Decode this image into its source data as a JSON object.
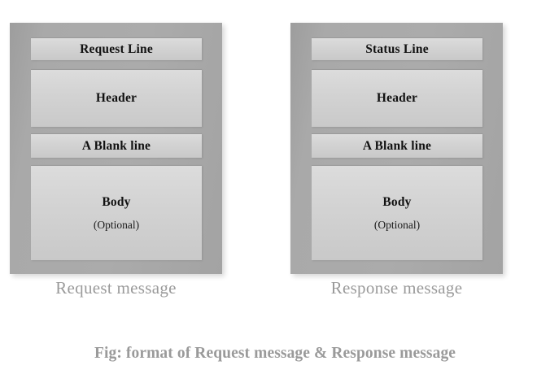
{
  "figure": {
    "caption": "Fig: format of Request message & Response message",
    "background_color": "#ffffff",
    "frame_color": "#a9a9a9",
    "section_color": "#d3d3d3",
    "caption_color": "#9a9a9a",
    "text_color": "#111111"
  },
  "diagrams": [
    {
      "id": "request",
      "caption": "Request message",
      "sections": [
        {
          "name": "start-line",
          "title": "Request Line",
          "sub": ""
        },
        {
          "name": "header",
          "title": "Header",
          "sub": ""
        },
        {
          "name": "blank-line",
          "title": "A Blank line",
          "sub": ""
        },
        {
          "name": "body",
          "title": "Body",
          "sub": "(Optional)"
        }
      ]
    },
    {
      "id": "response",
      "caption": "Response message",
      "sections": [
        {
          "name": "start-line",
          "title": "Status Line",
          "sub": ""
        },
        {
          "name": "header",
          "title": "Header",
          "sub": ""
        },
        {
          "name": "blank-line",
          "title": "A Blank line",
          "sub": ""
        },
        {
          "name": "body",
          "title": "Body",
          "sub": "(Optional)"
        }
      ]
    }
  ]
}
